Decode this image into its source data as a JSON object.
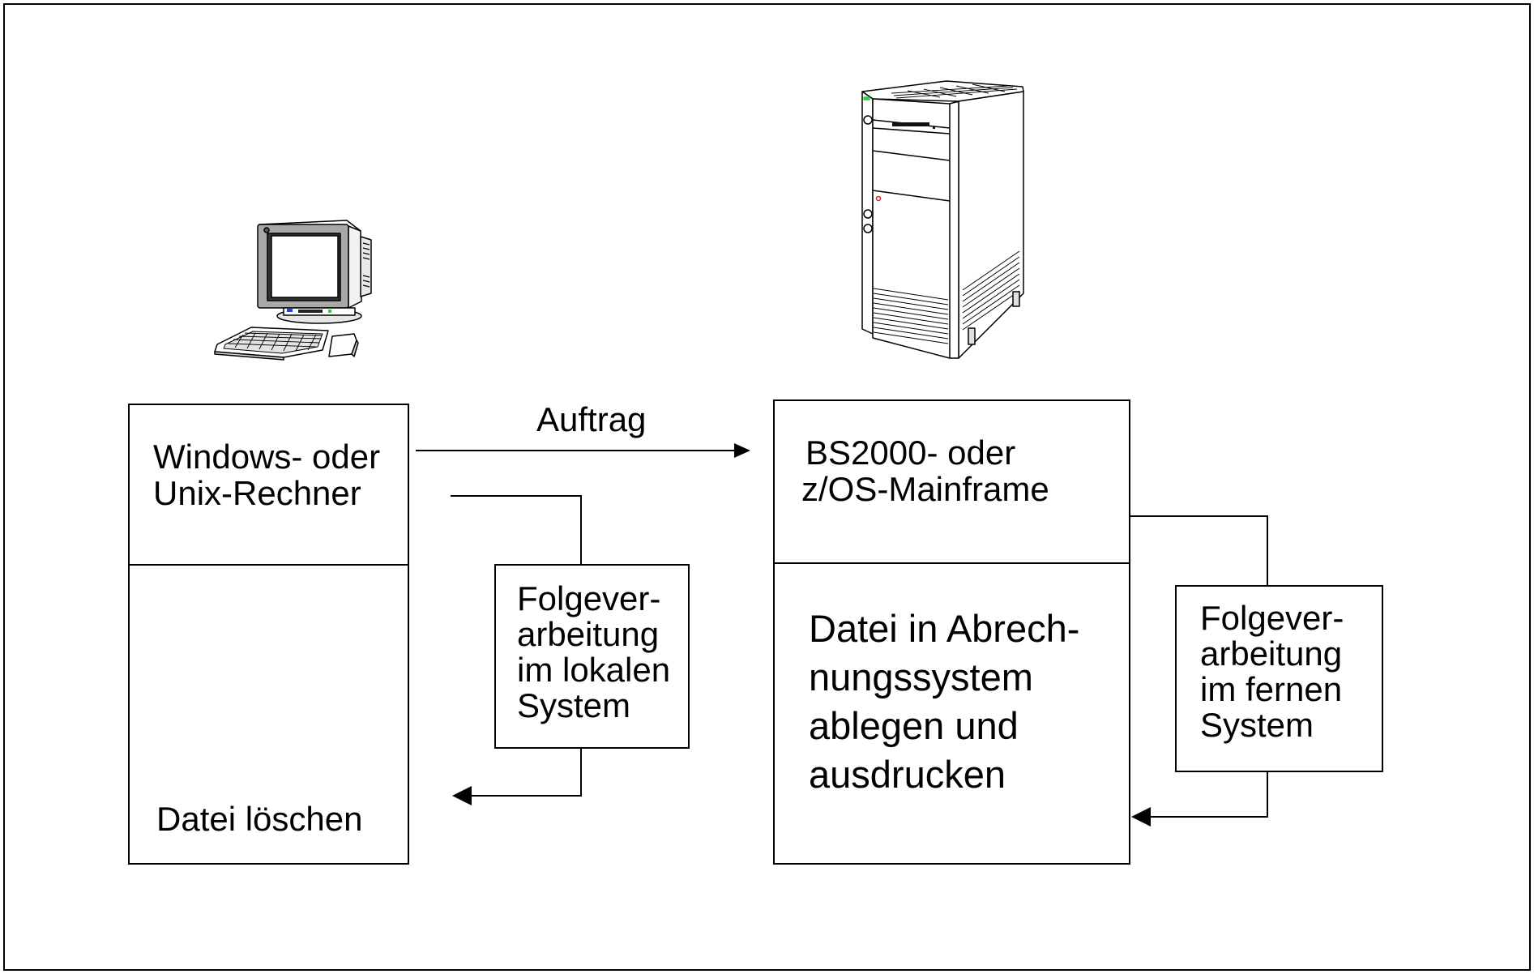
{
  "diagram": {
    "local_system": {
      "icon": "desktop-computer-icon",
      "title_lines": [
        "Windows- oder",
        "Unix-Rechner"
      ],
      "action": "Datei löschen"
    },
    "remote_system": {
      "icon": "mainframe-server-icon",
      "title_lines": [
        "BS2000- oder",
        "z/OS-Mainframe"
      ],
      "action_lines": [
        "Datei in Abrech-",
        "nungssystem",
        "ablegen und",
        "ausdrucken"
      ]
    },
    "request_arrow": {
      "label": "Auftrag",
      "from": "local_system",
      "to": "remote_system"
    },
    "local_followup": {
      "lines": [
        "Folgever-",
        "arbeitung",
        "im lokalen",
        "System"
      ]
    },
    "remote_followup": {
      "lines": [
        "Folgever-",
        "arbeitung",
        "im fernen",
        "System"
      ]
    },
    "colors": {
      "stroke": "#000000",
      "device_gray": "#a8a8a8",
      "led_green": "#2ecc40",
      "indicator_red": "#e02020",
      "indicator_blue": "#2040e0"
    }
  }
}
